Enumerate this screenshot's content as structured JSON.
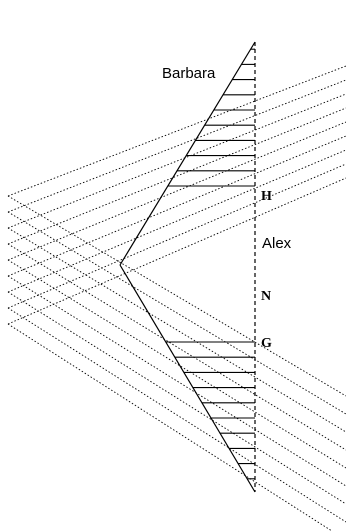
{
  "labels": {
    "barbara": "Barbara",
    "alex": "Alex",
    "h": "H",
    "n": "N",
    "g": "G"
  },
  "colors": {
    "ink": "#000000",
    "background": "#ffffff"
  }
}
